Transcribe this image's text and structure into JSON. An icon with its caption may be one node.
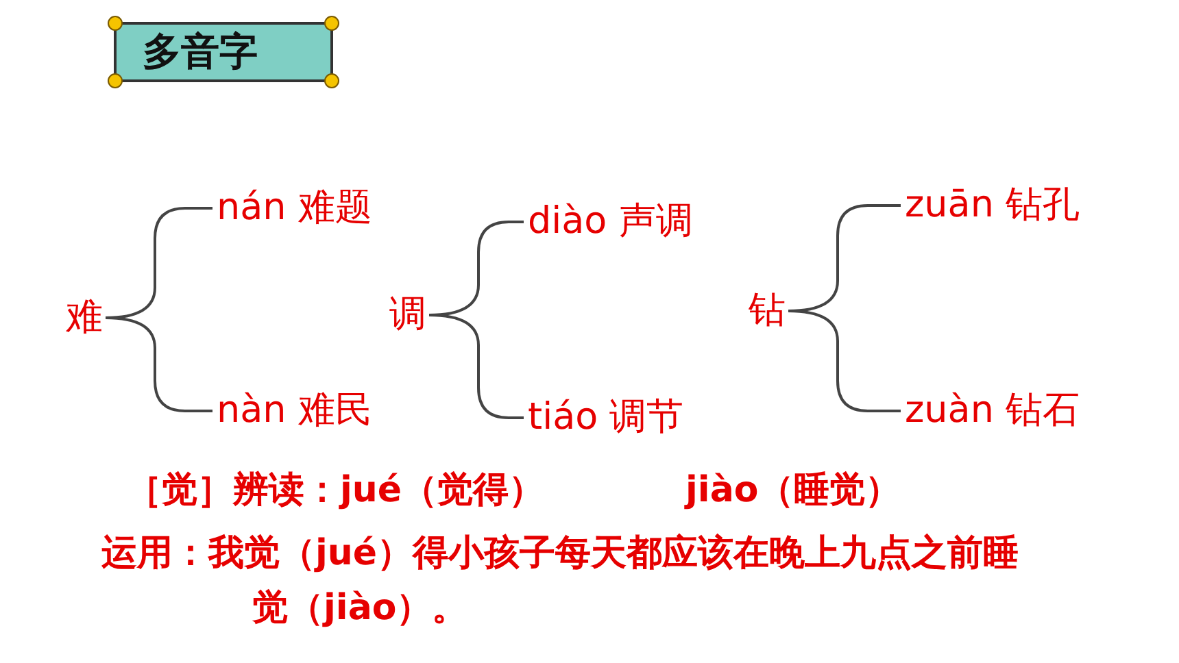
{
  "diagram": {
    "title": "多音字",
    "nodes": [
      {
        "text": [
          "难"
        ]
      },
      {
        "text": [
          "nán 难题"
        ]
      },
      {
        "text": [
          "nàn 难民"
        ]
      },
      {
        "text": [
          "调"
        ]
      },
      {
        "text": [
          "diào 声调"
        ]
      },
      {
        "text": [
          "tiáo 调节"
        ]
      },
      {
        "text": [
          "钻"
        ]
      },
      {
        "text": [
          "zuān 钻孔"
        ]
      },
      {
        "text": [
          "zuàn 钻石"
        ]
      }
    ],
    "edges": [
      {
        "from": 0,
        "to": 1,
        "arrow": "none"
      },
      {
        "from": 0,
        "to": 2,
        "arrow": "none"
      },
      {
        "from": 3,
        "to": 4,
        "arrow": "none"
      },
      {
        "from": 3,
        "to": 5,
        "arrow": "none"
      },
      {
        "from": 6,
        "to": 7,
        "arrow": "none"
      },
      {
        "from": 6,
        "to": 8,
        "arrow": "none"
      }
    ],
    "labels": [
      "［觉］辨读：jué（觉得）",
      "jiào（睡觉）",
      "运用：我觉（jué）得小孩子每天都应该在晚上九点之前睡觉（jiào）。"
    ]
  }
}
